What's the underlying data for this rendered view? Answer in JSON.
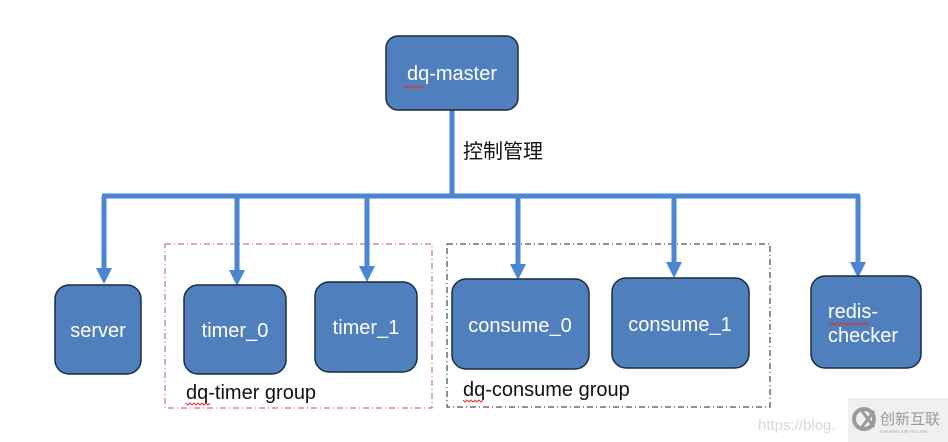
{
  "nodes": {
    "master": "dq-master",
    "server": "server",
    "timer_0": "timer_0",
    "timer_1": "timer_1",
    "consume_0": "consume_0",
    "consume_1": "consume_1",
    "redis_checker_line1": "redis-",
    "redis_checker_line2": "checker"
  },
  "edge_label": "控制管理",
  "groups": {
    "timer": {
      "label": "dq-timer group",
      "border_color": "#c0506a"
    },
    "consume": {
      "label": "dq-consume group",
      "border_color": "#222222"
    }
  },
  "colors": {
    "node_fill": "#4f80bd",
    "connector": "#4a86d2"
  },
  "watermark": {
    "url_text": "https://blog.",
    "logo_text": "创新互联",
    "logo_subtext": "CHUANG XIN HU LIAN"
  }
}
